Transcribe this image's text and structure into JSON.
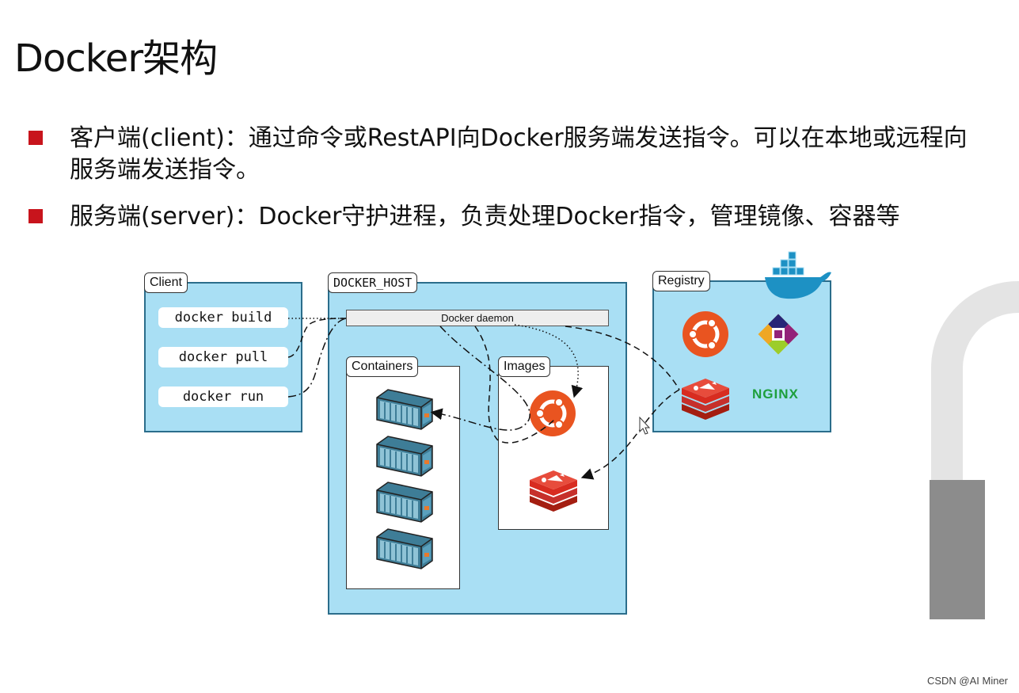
{
  "slide": {
    "title": "Docker架构",
    "bullets": [
      {
        "text": "客户端(client)：通过命令或RestAPI向Docker服务端发送指令。可以在本地或远程向服务端发送指令。"
      },
      {
        "text": "服务端(server)：Docker守护进程，负责处理Docker指令，管理镜像、容器等"
      }
    ]
  },
  "diagram": {
    "client": {
      "label": "Client",
      "commands": [
        "docker build",
        "docker pull",
        "docker run"
      ]
    },
    "host": {
      "label": "DOCKER_HOST",
      "daemon": "Docker daemon",
      "containers_label": "Containers",
      "images_label": "Images"
    },
    "registry": {
      "label": "Registry",
      "nginx": "NGINX"
    }
  },
  "footer": {
    "credit": "CSDN @AI Miner"
  },
  "colors": {
    "bullet": "#c8141c",
    "panel": "#a9dff4",
    "panel_border": "#2b6d8b",
    "ubuntu": "#e95420",
    "redis": "#d82c20",
    "container": "#4f8ea8"
  }
}
